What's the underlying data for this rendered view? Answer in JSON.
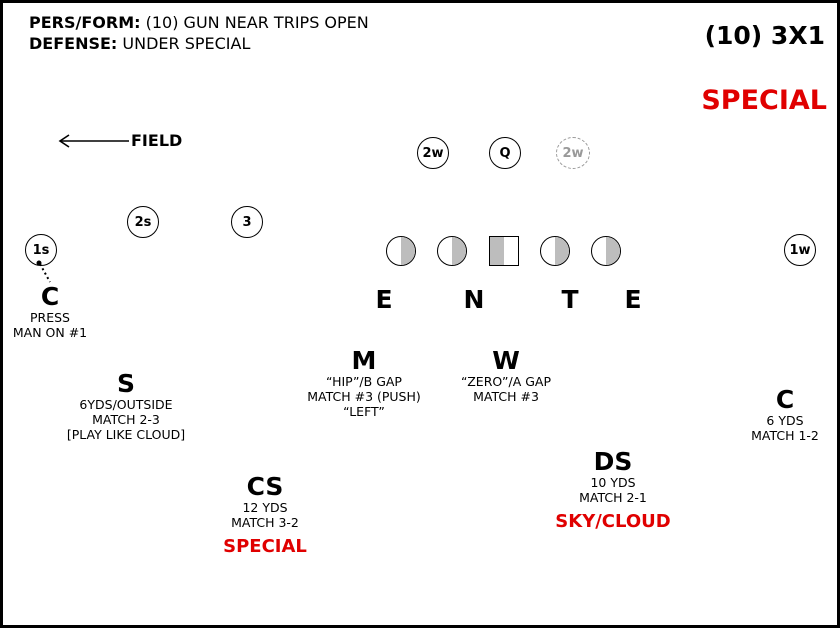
{
  "header": {
    "pers_label": "PERS/FORM:",
    "pers_value": "(10) GUN NEAR TRIPS OPEN",
    "defense_label": "DEFENSE:",
    "defense_value": "UNDER SPECIAL"
  },
  "formation_tag": "(10) 3X1",
  "coverage_tag": "SPECIAL",
  "field_label": "FIELD",
  "offense": {
    "receivers": [
      "1s",
      "2s",
      "3",
      "1w"
    ],
    "backs": [
      "2w",
      "Q",
      "2w"
    ]
  },
  "front": {
    "letters": [
      "E",
      "N",
      "T",
      "E"
    ]
  },
  "defenders": {
    "corner_field": {
      "letter": "C",
      "lines": [
        "PRESS",
        "MAN ON #1"
      ]
    },
    "safety": {
      "letter": "S",
      "lines": [
        "6YDS/OUTSIDE",
        "MATCH 2-3",
        "[PLAY LIKE CLOUD]"
      ]
    },
    "mike": {
      "letter": "M",
      "lines": [
        "“HIP”/B GAP",
        "MATCH #3 (PUSH)",
        "“LEFT”"
      ]
    },
    "will": {
      "letter": "W",
      "lines": [
        "“ZERO”/A GAP",
        "MATCH #3"
      ]
    },
    "corner_boundary": {
      "letter": "C",
      "lines": [
        "6 YDS",
        "MATCH 1-2"
      ]
    },
    "cs": {
      "letter": "CS",
      "lines": [
        "12 YDS",
        "MATCH 3-2"
      ],
      "note": "SPECIAL"
    },
    "ds": {
      "letter": "DS",
      "lines": [
        "10 YDS",
        "MATCH 2-1"
      ],
      "note": "SKY/CLOUD"
    }
  },
  "colors": {
    "accent_red": "#e00000",
    "lineman_shade": "#bdbdbd",
    "ghost": "#999999"
  }
}
